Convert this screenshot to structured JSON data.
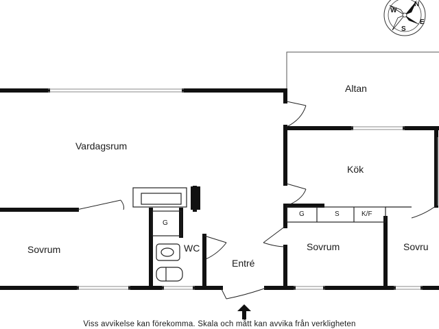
{
  "rooms": {
    "altan": "Altan",
    "vardagsrum": "Vardagsrum",
    "kok": "Kök",
    "sovrum_left": "Sovrum",
    "wc": "WC",
    "entre": "Entré",
    "sovrum_mid": "Sovrum",
    "sovrum_right": "Sovru"
  },
  "fixtures": {
    "g_hall": "G",
    "g_kitchen": "G",
    "s_kitchen": "S",
    "kf_kitchen": "K/F"
  },
  "compass": {
    "n": "N",
    "w": "W",
    "s": "S",
    "e": "E"
  },
  "footer": {
    "disclaimer": "Viss avvikelse kan förekomma. Skala och mått kan avvika från verkligheten"
  },
  "colors": {
    "wall": "#111111",
    "thin_line": "#333333",
    "window_line": "#9a9a9a"
  }
}
